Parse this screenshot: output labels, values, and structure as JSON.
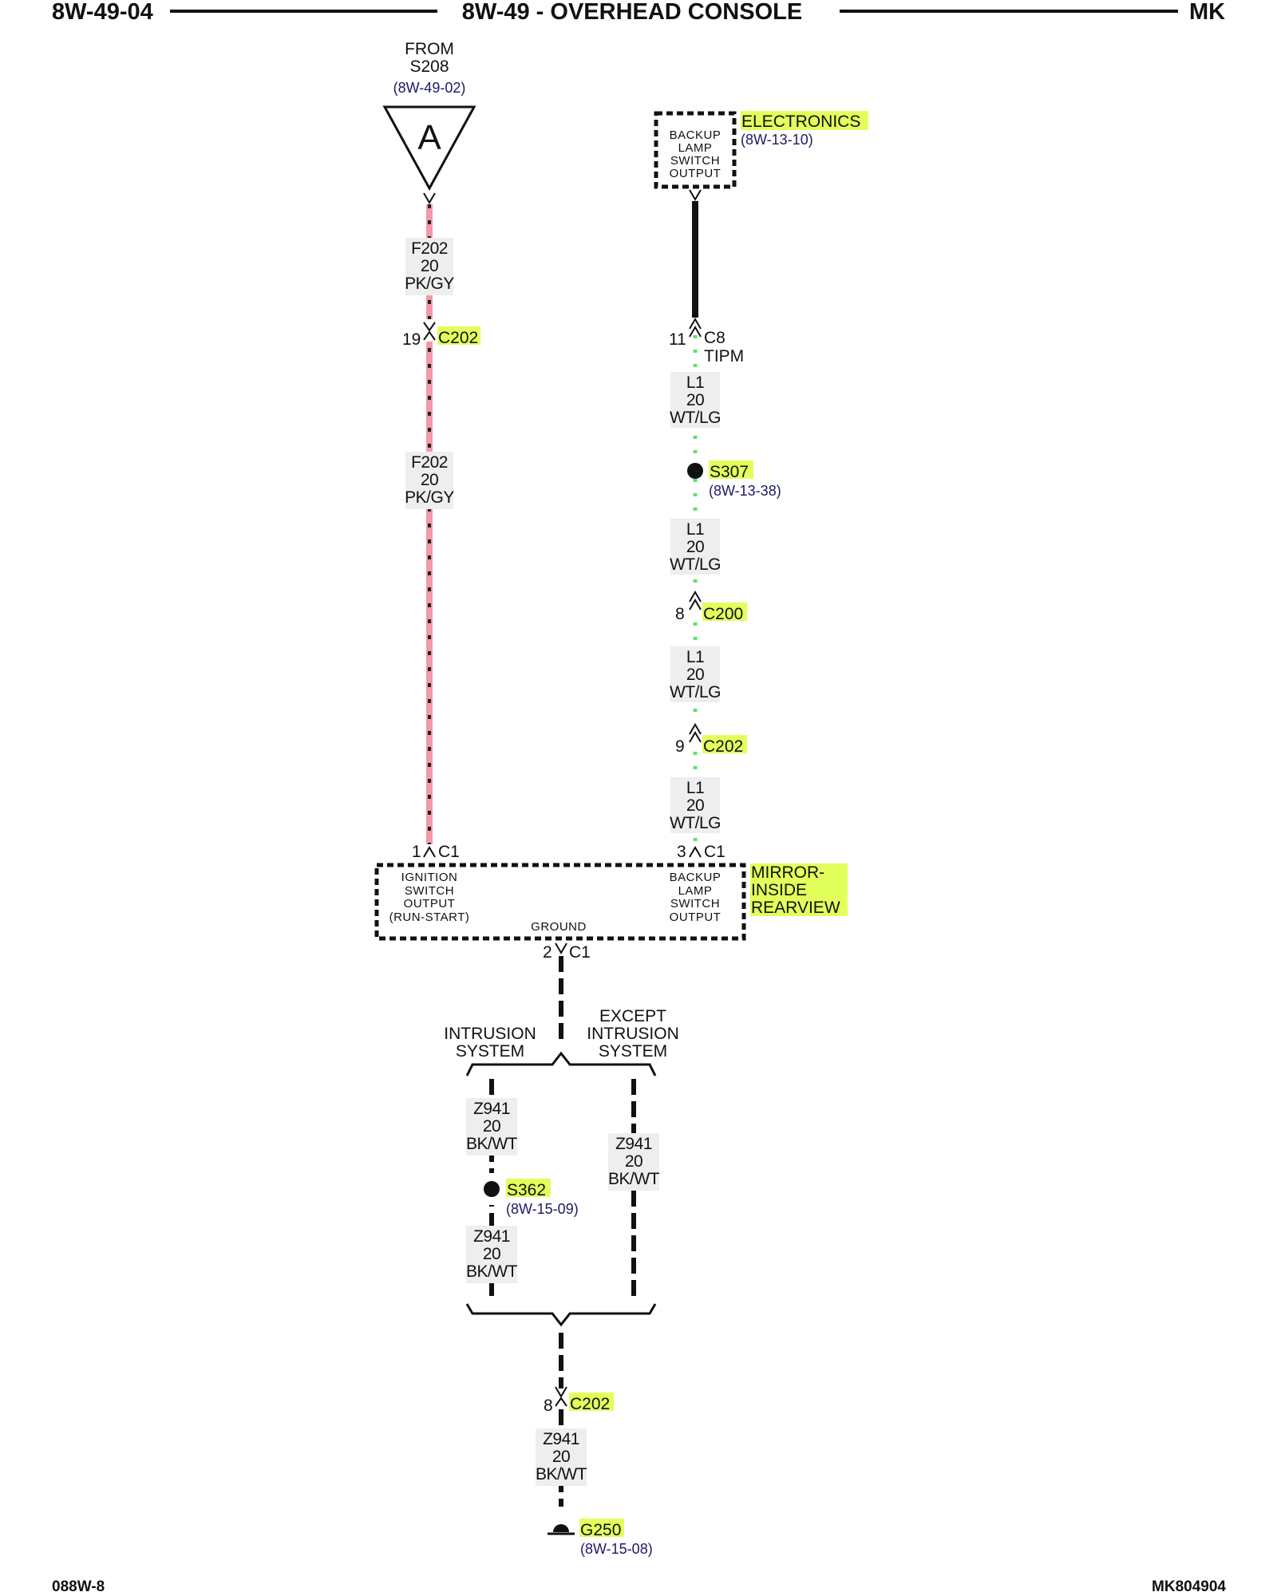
{
  "header": {
    "left": "8W-49-04",
    "center": "8W-49 - OVERHEAD CONSOLE",
    "right": "MK"
  },
  "footer": {
    "left": "088W-8",
    "right": "MK804904"
  },
  "colors": {
    "pk_gy_wire": "#f49aa6",
    "wt_lg_wire": "#5fe36a",
    "highlight": "#e2ff5c",
    "reference": "#1a1a66",
    "line": "#111111"
  },
  "source": {
    "from_label": "FROM",
    "splice": "S208",
    "ref": "(8W-49-02)",
    "symbol": "A"
  },
  "electronics": {
    "title": "ELECTRONICS",
    "ref": "(8W-13-10)",
    "lines": [
      "BACKUP",
      "LAMP",
      "SWITCH",
      "OUTPUT"
    ]
  },
  "left_circuit": {
    "wire1": {
      "circuit": "F202",
      "gauge": "20",
      "color": "PK/GY"
    },
    "connector": {
      "pin": "19",
      "name": "C202"
    },
    "wire2": {
      "circuit": "F202",
      "gauge": "20",
      "color": "PK/GY"
    },
    "end": {
      "pin": "1",
      "name": "C1"
    }
  },
  "right_circuit": {
    "tipm": {
      "pin": "11",
      "name": "C8",
      "module": "TIPM"
    },
    "wire1": {
      "circuit": "L1",
      "gauge": "20",
      "color": "WT/LG"
    },
    "splice": {
      "name": "S307",
      "ref": "(8W-13-38)"
    },
    "wire2": {
      "circuit": "L1",
      "gauge": "20",
      "color": "WT/LG"
    },
    "connector1": {
      "pin": "8",
      "name": "C200"
    },
    "wire3": {
      "circuit": "L1",
      "gauge": "20",
      "color": "WT/LG"
    },
    "connector2": {
      "pin": "9",
      "name": "C202"
    },
    "wire4": {
      "circuit": "L1",
      "gauge": "20",
      "color": "WT/LG"
    },
    "end": {
      "pin": "3",
      "name": "C1"
    }
  },
  "mirror": {
    "title": [
      "MIRROR-",
      "INSIDE",
      "REARVIEW"
    ],
    "left_lines": [
      "IGNITION",
      "SWITCH",
      "OUTPUT",
      "(RUN-START)"
    ],
    "right_lines": [
      "BACKUP",
      "LAMP",
      "SWITCH",
      "OUTPUT"
    ],
    "ground_label": "GROUND",
    "ground_pin": "2",
    "ground_conn": "C1"
  },
  "ground_branch": {
    "left_option": [
      "INTRUSION",
      "SYSTEM"
    ],
    "right_option": [
      "EXCEPT",
      "INTRUSION",
      "SYSTEM"
    ],
    "left_wire1": {
      "circuit": "Z941",
      "gauge": "20",
      "color": "BK/WT"
    },
    "splice": {
      "name": "S362",
      "ref": "(8W-15-09)"
    },
    "left_wire2": {
      "circuit": "Z941",
      "gauge": "20",
      "color": "BK/WT"
    },
    "right_wire": {
      "circuit": "Z941",
      "gauge": "20",
      "color": "BK/WT"
    },
    "connector": {
      "pin": "8",
      "name": "C202"
    },
    "bottom_wire": {
      "circuit": "Z941",
      "gauge": "20",
      "color": "BK/WT"
    },
    "ground": {
      "name": "G250",
      "ref": "(8W-15-08)"
    }
  }
}
